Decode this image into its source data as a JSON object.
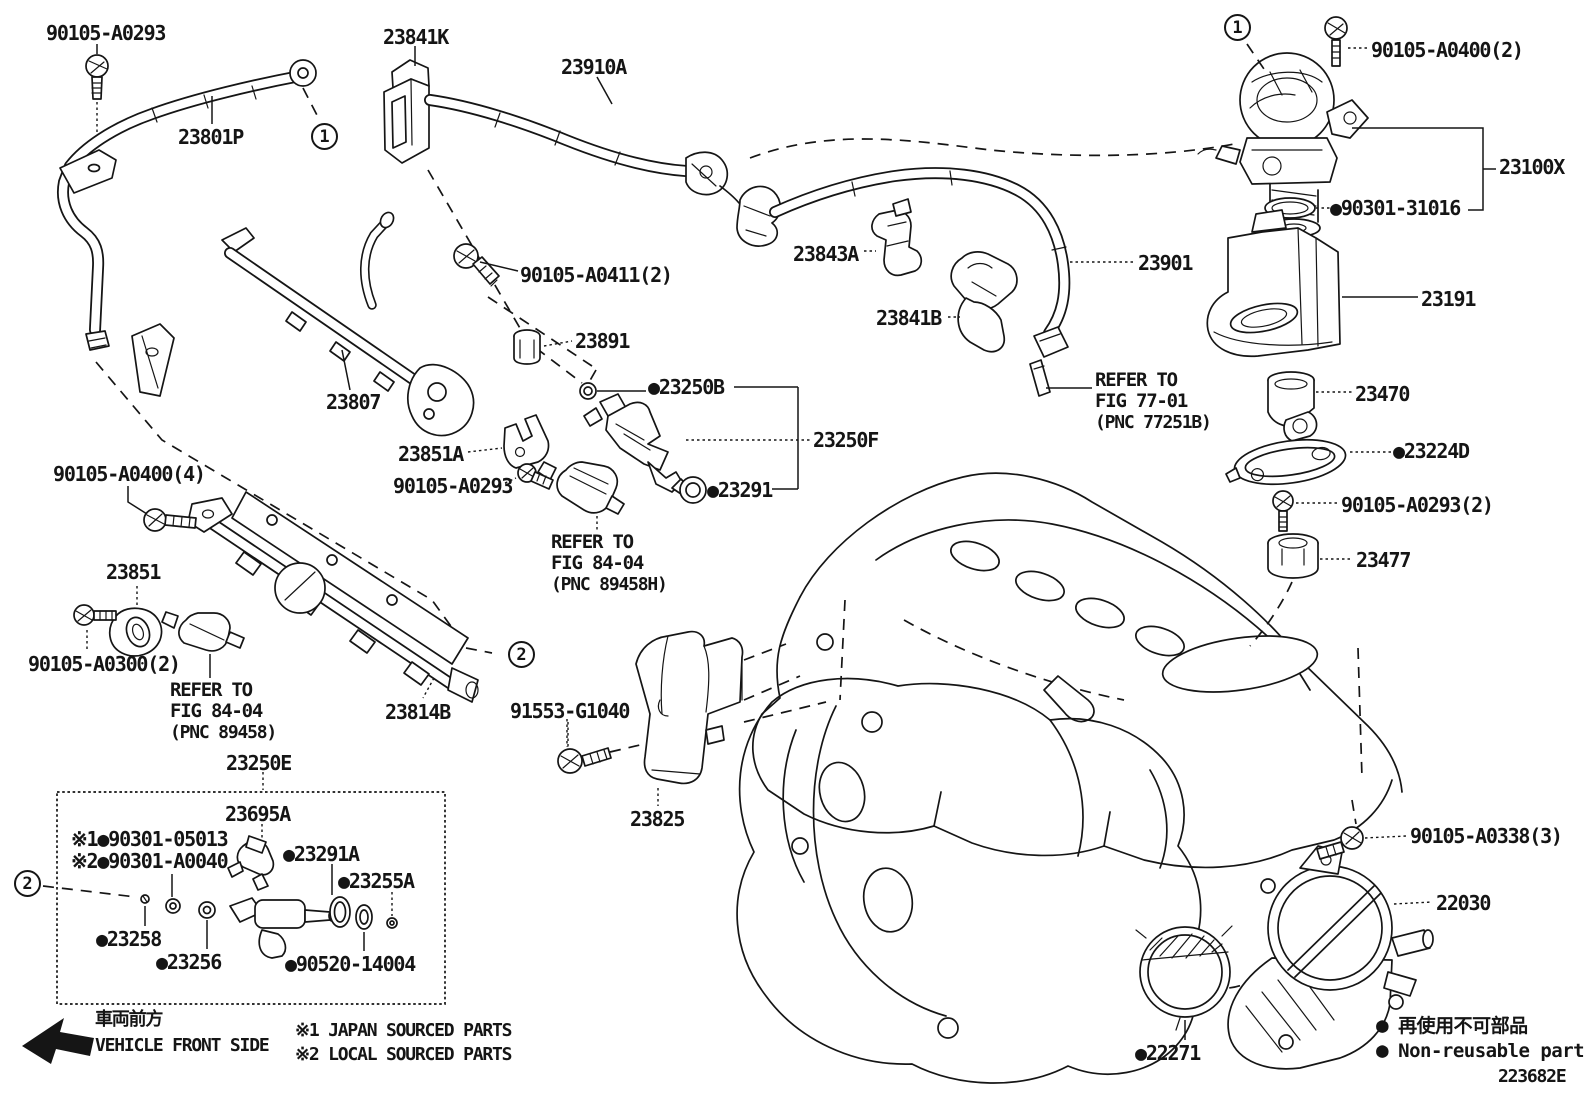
{
  "colors": {
    "ink": "#151515",
    "bg": "#ffffff"
  },
  "callouts": {
    "one": "1",
    "two": "2"
  },
  "labels": {
    "bolt_a0293_top": "90105-A0293",
    "pipe_23801p": "23801P",
    "connector_23841k": "23841K",
    "pipe_23910a": "23910A",
    "bolt_a0400_2": "90105-A0400(2)",
    "pump_23100x": "23100X",
    "oring_90301_31016": "●90301-31016",
    "bracket_23843a": "23843A",
    "pipe_23901": "23901",
    "sensor_23841b": "23841B",
    "bracket_23191": "23191",
    "insulator_23470": "23470",
    "gasket_23224d": "●23224D",
    "bolt_a0293_x2": "90105-A0293(2)",
    "spacer_23477": "23477",
    "bolt_a0411_2": "90105-A0411(2)",
    "spacer_23891": "23891",
    "rail_23807": "23807",
    "fork_23851a": "23851A",
    "bolt_a0293_mid": "90105-A0293",
    "oring_23250b": "●23250B",
    "injector_23250f": "23250F",
    "seal_23291": "●23291",
    "bolt_a0400_4": "90105-A0400(4)",
    "grommet_23851": "23851",
    "bolt_a0300_2": "90105-A0300(2)",
    "rail_23814b": "23814B",
    "bolt_91553": "91553-G1040",
    "bracket_23825": "23825",
    "kit_23250e": "23250E",
    "injector_23695a": "23695A",
    "note1_oring": "※1●90301-05013",
    "note2_oring": "※2●90301-A0040",
    "oring_23291a": "●23291A",
    "ring_23255a": "●23255A",
    "ring_23258": "●23258",
    "ring_23256": "●23256",
    "ring_90520": "●90520-14004",
    "bolt_a0338_3": "90105-A0338(3)",
    "throttle_22030": "22030",
    "gasket_22271": "●22271"
  },
  "refer_7701": {
    "line1": "REFER TO",
    "line2": "FIG 77-01",
    "line3": "(PNC 77251B)"
  },
  "refer_8404h": {
    "line1": "REFER TO",
    "line2": "FIG 84-04",
    "line3": "(PNC 89458H)"
  },
  "refer_8404": {
    "line1": "REFER TO",
    "line2": "FIG 84-04",
    "line3": "(PNC 89458)"
  },
  "footer": {
    "front_jp": "車両前方",
    "front_en": "VEHICLE FRONT SIDE",
    "note_japan": "※1 JAPAN SOURCED PARTS",
    "note_local": "※2 LOCAL SOURCED PARTS",
    "nonreusable_dot": "●",
    "nonreusable_jp": "再使用不可部品",
    "nonreusable_en": "Non-reusable part",
    "drawing_code": "223682E"
  }
}
